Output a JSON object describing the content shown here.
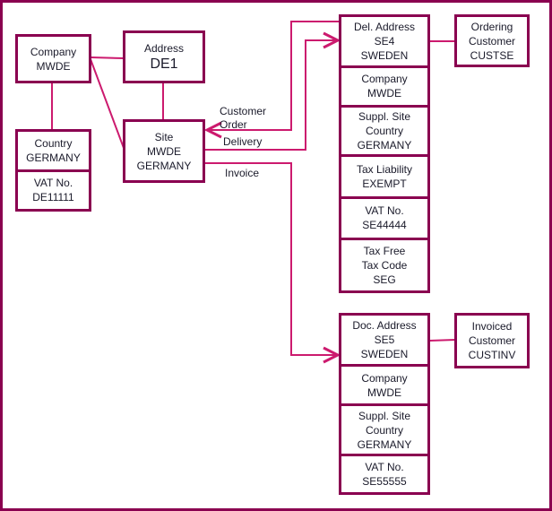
{
  "colors": {
    "box_border": "#8a0050",
    "connector": "#cc1a6e"
  },
  "company": {
    "title": "Company",
    "value": "MWDE"
  },
  "address": {
    "title": "Address",
    "value": "DE1"
  },
  "country": {
    "title": "Country",
    "value": "GERMANY"
  },
  "vat": {
    "title": "VAT No.",
    "value": "DE11111"
  },
  "site": {
    "title": "Site",
    "value": "MWDE",
    "country": "GERMANY"
  },
  "labels": {
    "customer_order": "Customer Order",
    "delivery": "Delivery",
    "invoice": "Invoice"
  },
  "delivery_stack": [
    {
      "lines": [
        "Del. Address",
        "SE4",
        "SWEDEN"
      ]
    },
    {
      "lines": [
        "Company",
        "MWDE"
      ]
    },
    {
      "lines": [
        "Suppl. Site",
        "Country",
        "GERMANY"
      ]
    },
    {
      "lines": [
        "Tax Liability",
        "EXEMPT"
      ]
    },
    {
      "lines": [
        "VAT No.",
        "SE44444"
      ]
    },
    {
      "lines": [
        "Tax Free",
        "Tax Code",
        "SEG"
      ]
    }
  ],
  "ordering_customer": {
    "lines": [
      "Ordering",
      "Customer",
      "CUSTSE"
    ]
  },
  "invoice_stack": [
    {
      "lines": [
        "Doc. Address",
        "SE5",
        "SWEDEN"
      ]
    },
    {
      "lines": [
        "Company",
        "MWDE"
      ]
    },
    {
      "lines": [
        "Suppl. Site",
        "Country",
        "GERMANY"
      ]
    },
    {
      "lines": [
        "VAT No.",
        "SE55555"
      ]
    }
  ],
  "invoiced_customer": {
    "lines": [
      "Invoiced",
      "Customer",
      "CUSTINV"
    ]
  }
}
